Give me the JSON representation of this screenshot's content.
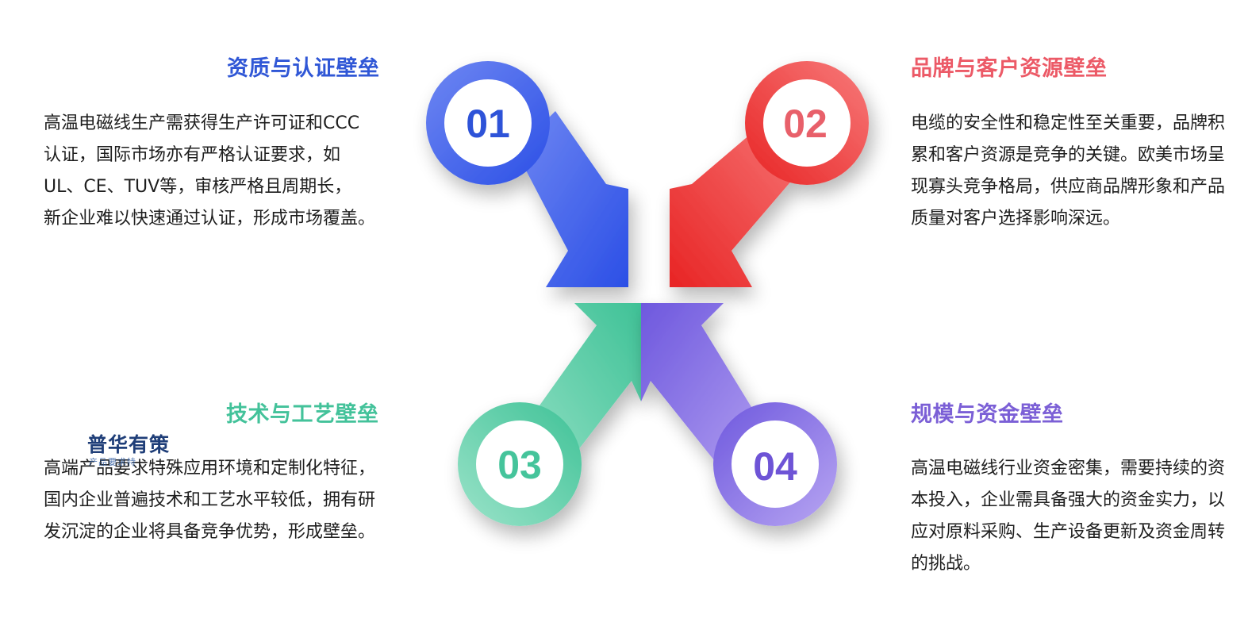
{
  "colors": {
    "blue": "#3a5fe6",
    "red": "#ef3b3b",
    "teal": "#52cba6",
    "purple": "#8670e0",
    "title1": "#3057d6",
    "title2": "#ec5a67",
    "title3": "#43c29a",
    "title4": "#7b5fd6"
  },
  "sections": [
    {
      "number": "01",
      "title": "资质与认证壁垒",
      "lines": [
        "高温电磁线生产需获得生产许可证和CCC",
        "认证，国际市场亦有严格认证要求，如",
        "UL、CE、TUV等，审核严格且周期长，",
        "新企业难以快速通过认证，形成市场覆盖。"
      ]
    },
    {
      "number": "02",
      "title": "品牌与客户资源壁垒",
      "lines": [
        "电缆的安全性和稳定性至关重要，品牌积",
        "累和客户资源是竞争的关键。欧美市场呈",
        "现寡头竞争格局，供应商品牌形象和产品",
        "质量对客户选择影响深远。"
      ]
    },
    {
      "number": "03",
      "title": "技术与工艺壁垒",
      "lines": [
        "高端产品要求特殊应用环境和定制化特征，",
        "国内企业普遍技术和工艺水平较低，拥有研",
        "发沉淀的企业将具备竞争优势，形成壁垒。"
      ]
    },
    {
      "number": "04",
      "title": "规模与资金壁垒",
      "lines": [
        "高温电磁线行业资金密集，需要持续的资",
        "本投入，企业需具备强大的资金实力，以",
        "应对原料采购、生产设备更新及资金周转",
        "的挑战。"
      ]
    }
  ],
  "watermark": {
    "logo_text": "普华有策",
    "sub_text": "产品要求特"
  }
}
